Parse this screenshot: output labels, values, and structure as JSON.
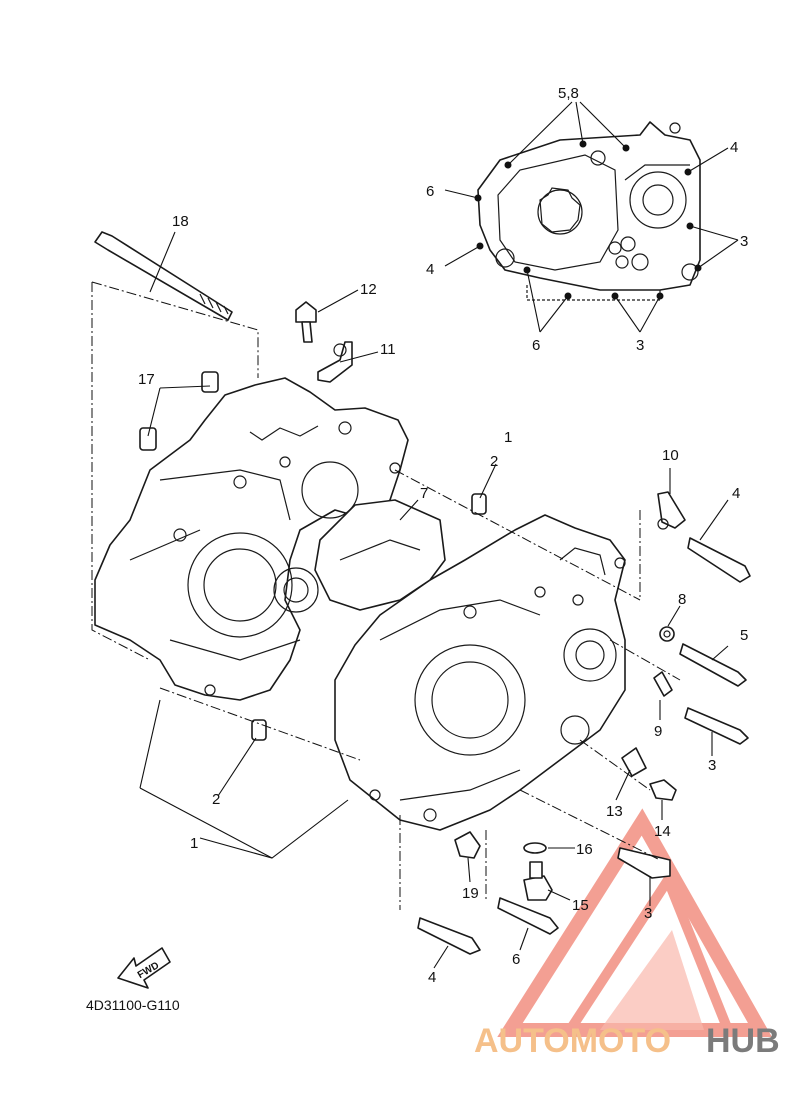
{
  "diagram_code": "4D31100-G110",
  "fwd_label": "FWD",
  "callouts": {
    "c1a": "1",
    "c1b": "1",
    "c2a": "2",
    "c2b": "2",
    "c3a": "3",
    "c3b": "3",
    "c3c": "3",
    "c3d": "3",
    "c4a": "4",
    "c4b": "4",
    "c4c": "4",
    "c4d": "4",
    "c5": "5",
    "c58": "5,8",
    "c6a": "6",
    "c6b": "6",
    "c6c": "6",
    "c7": "7",
    "c8": "8",
    "c9": "9",
    "c10": "10",
    "c11": "11",
    "c12": "12",
    "c13": "13",
    "c14": "14",
    "c15": "15",
    "c16": "16",
    "c17": "17",
    "c18": "18",
    "c19": "19"
  },
  "watermark": {
    "part1": "AUTOMOTO",
    "part2": "HUB"
  },
  "colors": {
    "line": "#1a1a1a",
    "watermark_red": "#f08070",
    "watermark_orange": "#f5c08a",
    "watermark_gray": "#7b7b7b",
    "callout_15": "#c0392b"
  }
}
